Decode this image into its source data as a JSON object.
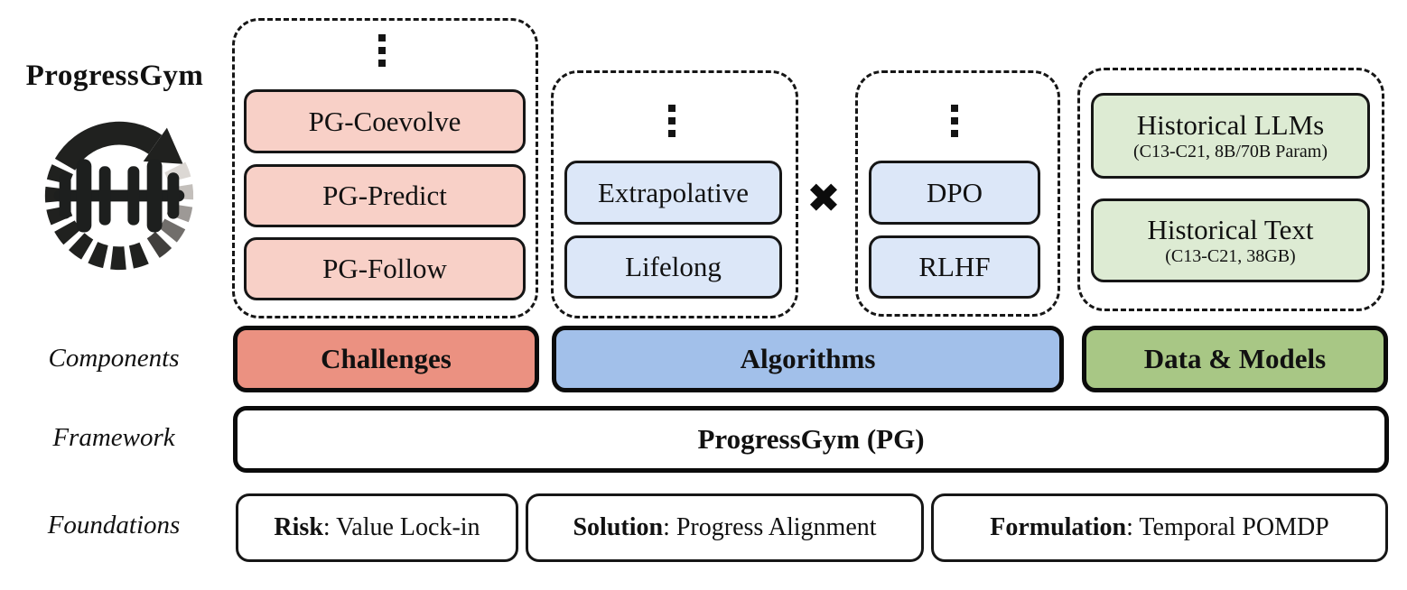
{
  "header": {
    "title": "ProgressGym"
  },
  "row_labels": {
    "components": "Components",
    "framework": "Framework",
    "foundations": "Foundations"
  },
  "challenges_group": {
    "items": [
      "PG-Coevolve",
      "PG-Predict",
      "PG-Follow"
    ]
  },
  "algorithms_group": {
    "families": [
      "Extrapolative",
      "Lifelong"
    ],
    "methods": [
      "DPO",
      "RLHF"
    ],
    "cross": "✖"
  },
  "data_group": {
    "items": [
      {
        "title": "Historical LLMs",
        "subtitle": "(C13-C21, 8B/70B Param)"
      },
      {
        "title": "Historical Text",
        "subtitle": "(C13-C21, 38GB)"
      }
    ]
  },
  "components_row": {
    "challenges": "Challenges",
    "algorithms": "Algorithms",
    "data_models": "Data & Models"
  },
  "framework_row": {
    "label": "ProgressGym (PG)"
  },
  "foundations_row": {
    "items": [
      {
        "label": "Risk",
        "text": ": Value Lock-in"
      },
      {
        "label": "Solution",
        "text": ": Progress Alignment"
      },
      {
        "label": "Formulation",
        "text": ": Temporal POMDP"
      }
    ]
  },
  "icons": {
    "logo": "progressgym-circular-arrow-dumbbell",
    "ellipsis": "vertical-ellipsis",
    "cross": "multiplication-x"
  },
  "colors": {
    "challenge_fill": "#eb9181",
    "challenge_light": "#f8d0c7",
    "algorithm_fill": "#a2c0ea",
    "algorithm_light": "#dce7f8",
    "data_fill": "#a8c785",
    "data_light": "#ddebd3",
    "ink": "#111111"
  }
}
